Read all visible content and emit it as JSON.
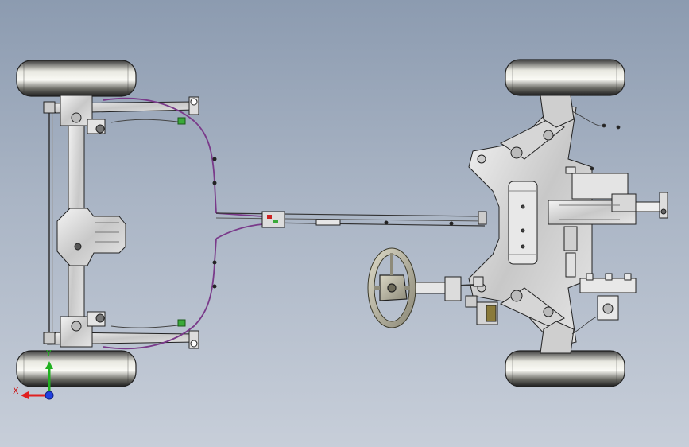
{
  "view": {
    "background_top": "#8c9bb0",
    "background_bottom": "#c7ced9"
  },
  "triad": {
    "x_label": "X",
    "y_label": "Y",
    "x_color": "#e02020",
    "y_color": "#20b020",
    "z_color": "#2040e0"
  },
  "model": {
    "components": [
      "rear-left-wheel",
      "rear-right-wheel",
      "front-left-wheel",
      "front-right-wheel",
      "rear-axle",
      "rear-differential",
      "front-subframe",
      "steering-rack",
      "steering-wheel",
      "steering-column",
      "brake-lines",
      "wiring-harness"
    ],
    "harness_color": "#7a3a8a",
    "clip_color": "#3aaa3a"
  }
}
